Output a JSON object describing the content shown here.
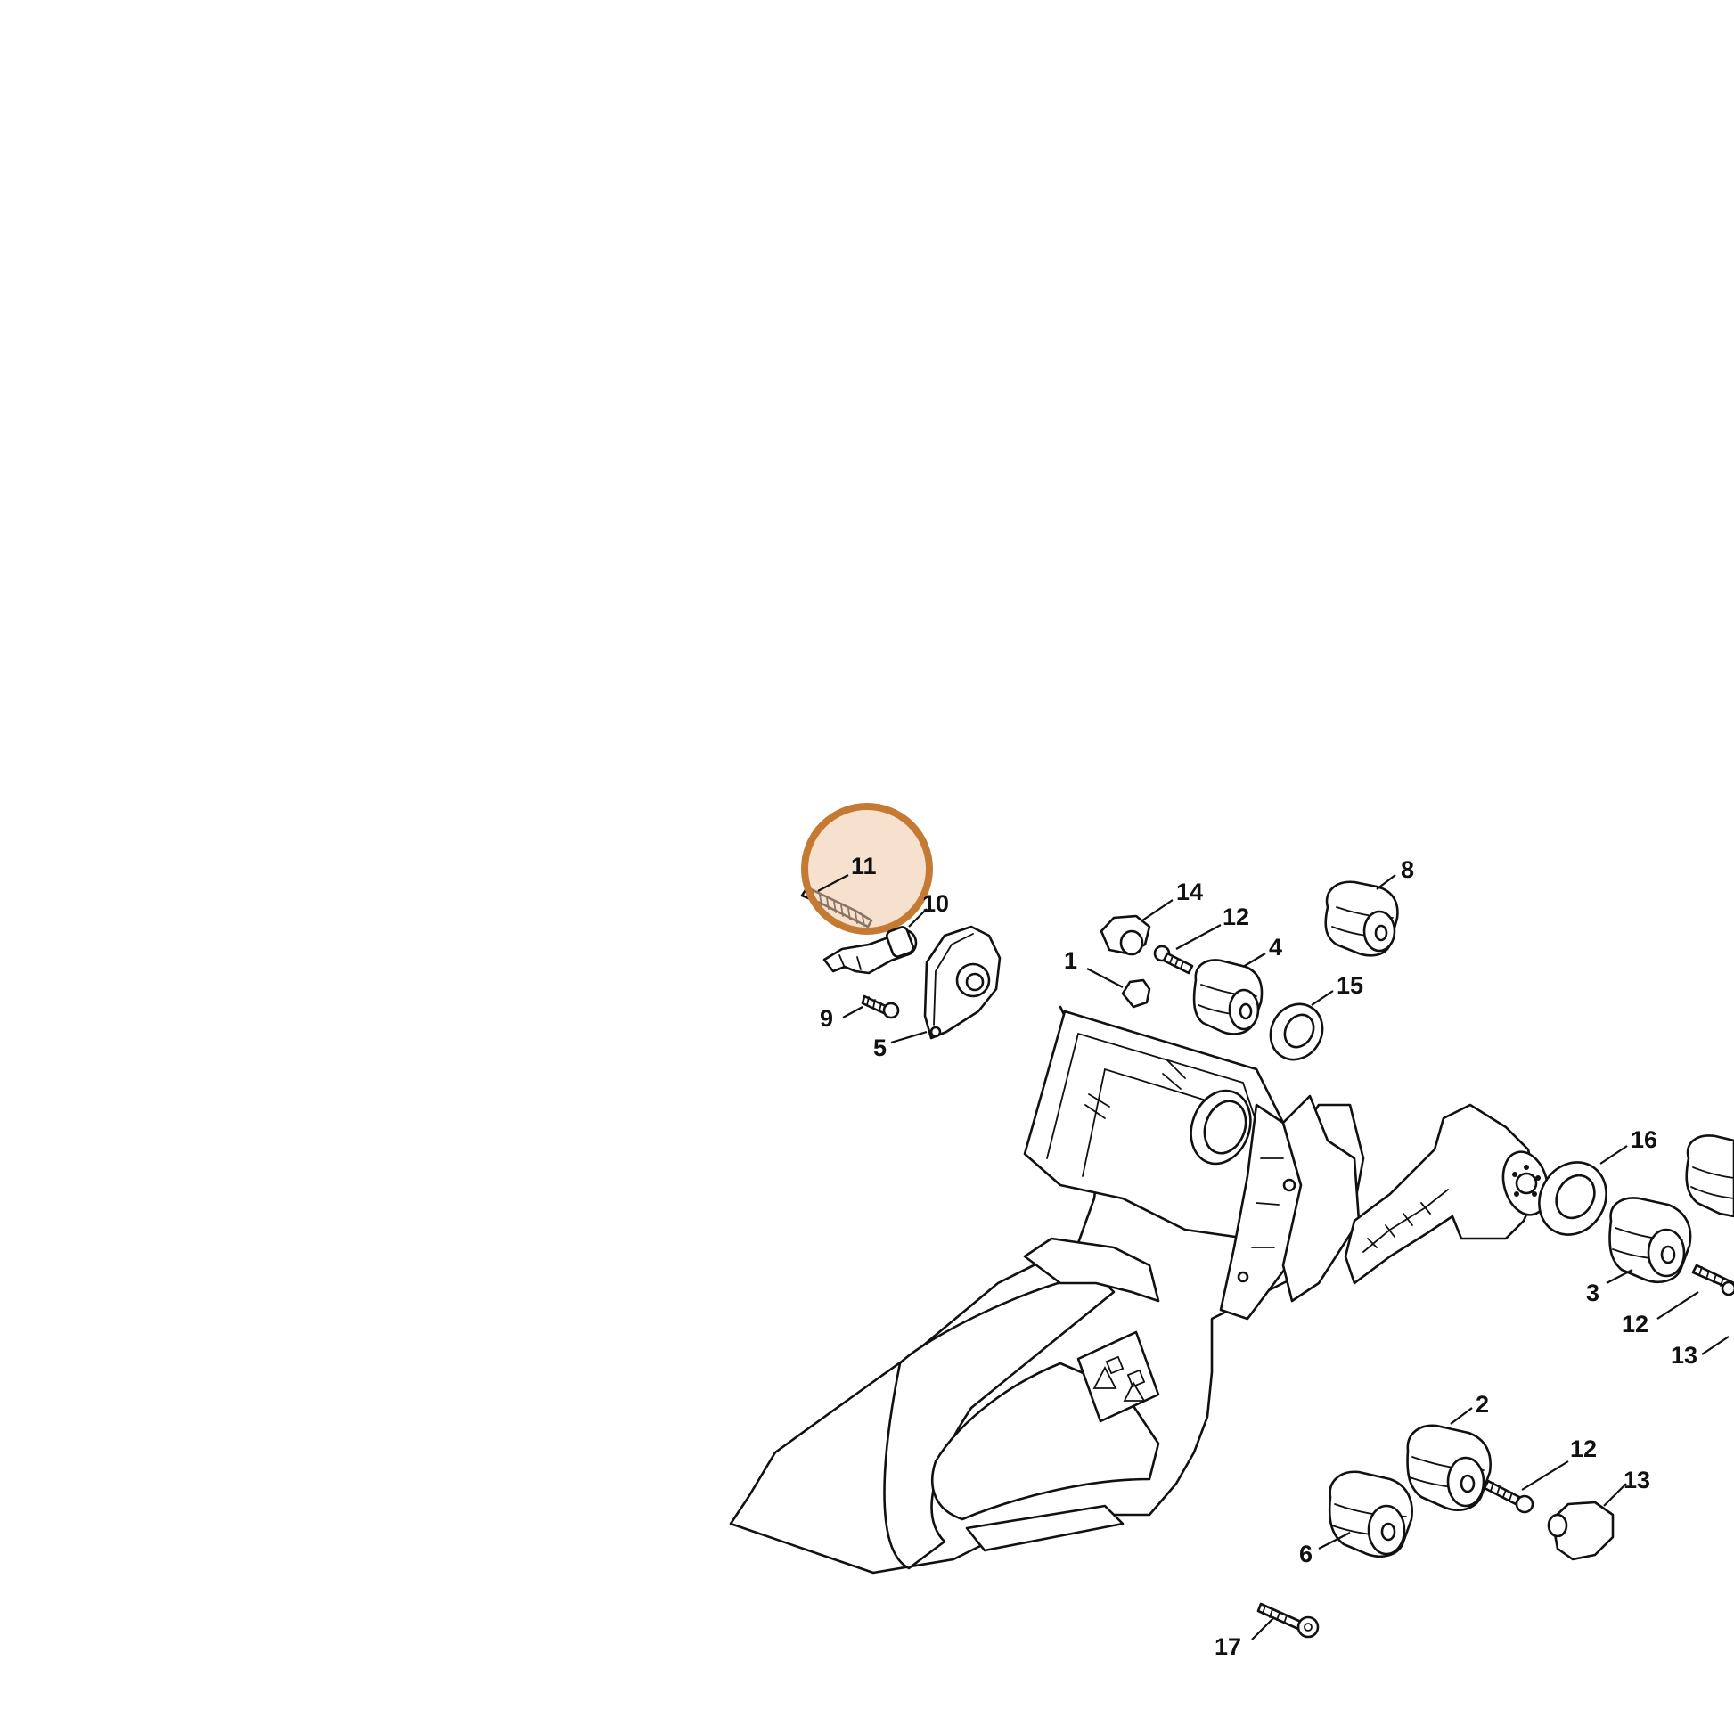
{
  "diagram": {
    "callouts": [
      "11",
      "10",
      "9",
      "5",
      "14",
      "12",
      "8",
      "1",
      "4",
      "15",
      "16",
      "3",
      "12",
      "13",
      "2",
      "12",
      "13",
      "6",
      "17"
    ],
    "highlight": {
      "callout": "11",
      "fill": "#efc9a6",
      "stroke": "#c47a33"
    }
  }
}
